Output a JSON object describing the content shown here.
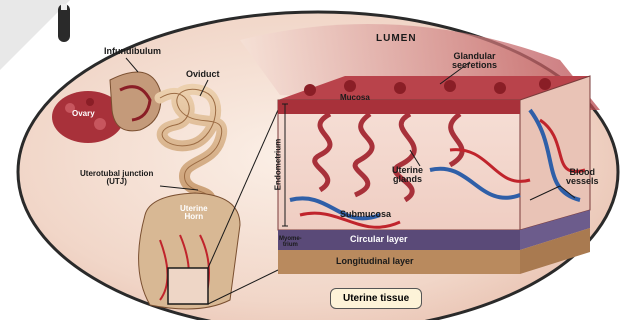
{
  "labels": {
    "infundibulum": "Infundibulum",
    "oviduct": "Oviduct",
    "ovary": "Ovary",
    "utj": "Uterotubal junction\n(UTJ)",
    "uterine_horn": "Uterine\nHorn",
    "lumen": "LUMEN",
    "glandular_secretions": "Glandular\nsecretions",
    "mucosa": "Mucosa",
    "endometrium": "Endometrium",
    "uterine_glands": "Uterine\nglands",
    "submucosa": "Submucosa",
    "blood_vessels": "Blood\nvessels",
    "myometrium": "Myome-\ntrium",
    "circular_layer": "Circular layer",
    "longitudinal_layer": "Longitudinal layer",
    "uterine_tissue": "Uterine tissue"
  },
  "colors": {
    "background_oval": "#f2d9cc",
    "tissue_red": "#a8313a",
    "tube_tan": "#d9b48f",
    "vessel_blue": "#2f5fa8",
    "vessel_red": "#c0242c",
    "layer_purple": "#5a4a78",
    "layer_tan": "#b98a5e"
  }
}
